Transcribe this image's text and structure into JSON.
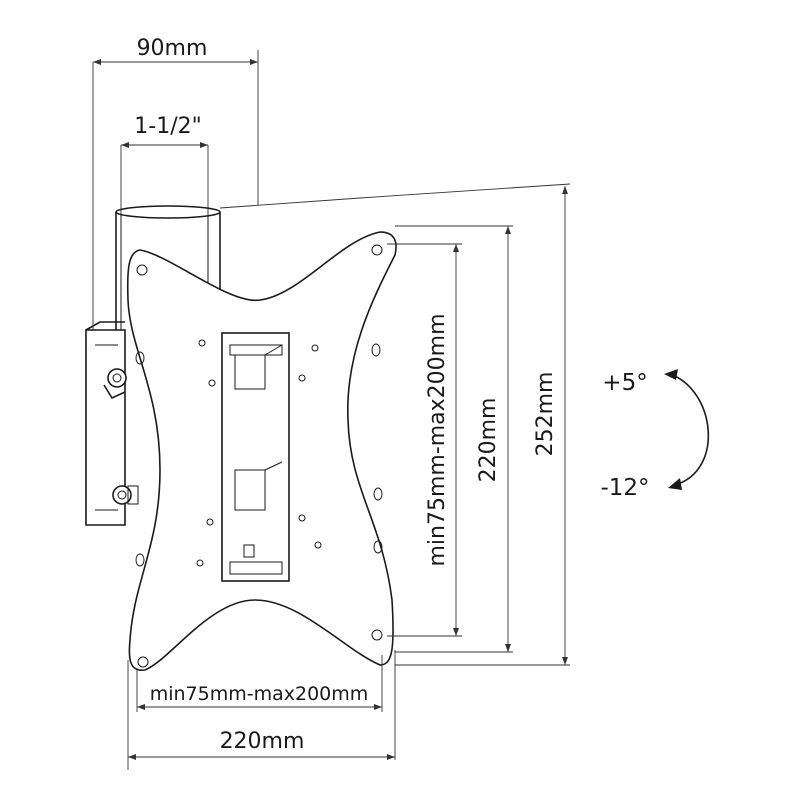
{
  "dimensions": {
    "pole_offset": "90mm",
    "pole_diameter": "1-1/2\"",
    "vesa_vertical": "min75mm-max200mm",
    "plate_height": "220mm",
    "overall_height": "252mm",
    "vesa_horizontal": "min75mm-max200mm",
    "plate_width": "220mm"
  },
  "tilt": {
    "up": "+5°",
    "down": "-12°"
  }
}
